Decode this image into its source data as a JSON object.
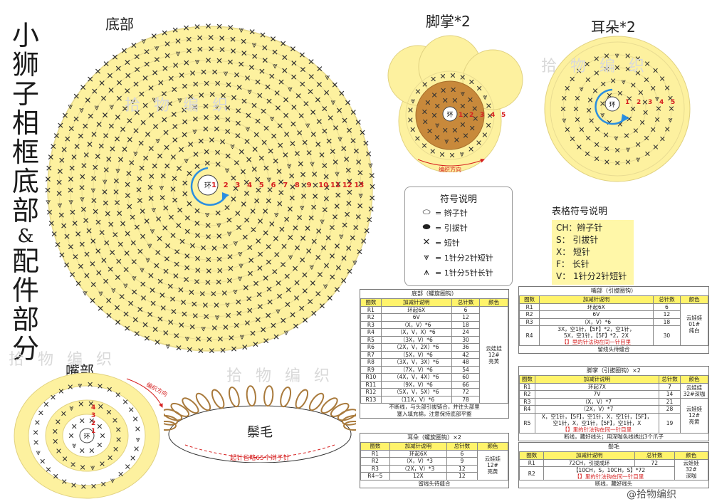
{
  "title_chars": [
    "小",
    "狮",
    "子",
    "相",
    "框",
    "底",
    "部",
    "&",
    "配",
    "件",
    "部",
    "分"
  ],
  "sections": {
    "base": "底部",
    "paw": "脚掌*2",
    "ear": "耳朵*2",
    "mouth": "嘴部",
    "mane": "鬃毛"
  },
  "base_round_numbers": [
    "1",
    "2",
    "3",
    "4",
    "5",
    "6",
    "7",
    "8",
    "9",
    "10",
    "11",
    "12",
    "13"
  ],
  "paw_round_numbers": [
    "1",
    "2",
    "3",
    "4",
    "5"
  ],
  "ear_round_numbers": [
    "1",
    "2",
    "3",
    "4",
    "5"
  ],
  "mouth_round_numbers": [
    "1",
    "2",
    "3",
    "4"
  ],
  "ring_label": "环",
  "paw_direction": "编织方向",
  "mouth_direction": "编织方向",
  "mane_note": "起针省略65个辫子针",
  "watermark": "拾 物 编 织",
  "legend": {
    "title": "符号说明",
    "items": [
      {
        "sym": "⬭",
        "text": "= 辫子针"
      },
      {
        "sym": "⬬",
        "text": "= 引拔针"
      },
      {
        "sym": "✕",
        "text": "= 短针"
      },
      {
        "sym": "⩔",
        "text": "= 1针分2针短针"
      },
      {
        "sym": "⩚",
        "text": "= 1针分5针长针"
      }
    ]
  },
  "table_legend": {
    "title": "表格符号说明",
    "items": [
      "CH：辫子针",
      "S：  引拔针",
      "X：  短针",
      "F：  长针",
      "V：  1针分2针短针"
    ]
  },
  "base_table": {
    "caption": "底部（螺旋圈钩）",
    "headers": [
      "圈数",
      "加减针说明",
      "总针数",
      "颜色"
    ],
    "rows": [
      [
        "R1",
        "环起6X",
        "6"
      ],
      [
        "R2",
        "6V",
        "12"
      ],
      [
        "R3",
        "（X，V）*6",
        "18"
      ],
      [
        "R4",
        "（X，V，X）*6",
        "24"
      ],
      [
        "R5",
        "（3X，V）*6",
        "30"
      ],
      [
        "R6",
        "（2X，V，2X）*6",
        "36"
      ],
      [
        "R7",
        "（5X，V）*6",
        "42"
      ],
      [
        "R8",
        "（3X，V，3X）*6",
        "48"
      ],
      [
        "R9",
        "（7X，V）*6",
        "54"
      ],
      [
        "R10",
        "（4X，V，4X）*6",
        "60"
      ],
      [
        "R11",
        "（9X，V）*6",
        "66"
      ],
      [
        "R12",
        "（5X，V，5X）*6",
        "72"
      ],
      [
        "R13",
        "（11X，V）*6",
        "78"
      ]
    ],
    "color": [
      "云娃娃",
      "12#",
      "亮黄"
    ],
    "footer": [
      "不断线，与头部引拔链合，并往头部里",
      "塞入填充棉，注意保持底部平整"
    ]
  },
  "ear_table": {
    "caption": "耳朵（螺旋圈钩）×2",
    "headers": [
      "圈数",
      "加减针说明",
      "总针数",
      "颜色"
    ],
    "rows": [
      [
        "R1",
        "环起6X",
        "6"
      ],
      [
        "R2",
        "（X，V）*3",
        "9"
      ],
      [
        "R3",
        "（2X，V）*3",
        "12"
      ],
      [
        "R4~5",
        "12X",
        "12"
      ]
    ],
    "color": [
      "云娃娃",
      "12#",
      "亮黄"
    ],
    "footer": [
      "留线头待缝合"
    ]
  },
  "mouth_table": {
    "caption": "嘴部（引拔圈钩）",
    "headers": [
      "圈数",
      "加减针说明",
      "总针数",
      "颜色"
    ],
    "rows": [
      [
        "R1",
        "环起6X",
        "6"
      ],
      [
        "R2",
        "6V",
        "12"
      ],
      [
        "R3",
        "（X，V）*6",
        "18"
      ]
    ],
    "r4": {
      "label": "R4",
      "text": [
        "3X，空1针，【5F】*2，空1针，",
        "5X，空1针，【5F】*2，2X"
      ],
      "note": "【】里的针法钩在同一针目里",
      "total": "30"
    },
    "color": [
      "云娃娃",
      "01#",
      "纯白"
    ],
    "footer": [
      "留线头待缝合"
    ]
  },
  "paw_table": {
    "caption": "脚掌（引拔圈钩）×2",
    "headers": [
      "圈数",
      "加减针说明",
      "总针数",
      "颜色"
    ],
    "rows": [
      [
        "R1",
        "环起7X",
        "7"
      ],
      [
        "R2",
        "7V",
        "14"
      ],
      [
        "R3",
        "（X，V）*7",
        "21"
      ],
      [
        "R4",
        "（2X，V）*7",
        "28"
      ]
    ],
    "r5": {
      "label": "R5",
      "text": [
        "X，空1针，【5F】，空1针，X，空1针，【5F】，",
        "空1针，X，空1针，【5F】，空1针，X"
      ],
      "note": "【】里的针法钩在同一针目里",
      "total": "19"
    },
    "color_top": [
      "云娃娃",
      "32#深咖"
    ],
    "color_bottom": [
      "云娃娃",
      "12#",
      "亮黄"
    ],
    "footer": [
      "断线，藏好线头；用深咖色线绣出3个爪子"
    ]
  },
  "mane_table": {
    "caption": "鬃毛",
    "headers": [
      "圈数",
      "加减针说明",
      "总针数",
      "颜色"
    ],
    "rows": [
      [
        "R1",
        "72CH，引拔成环",
        "72"
      ]
    ],
    "r2": {
      "label": "R2",
      "text": "【10CH，S，10CH，S】*72",
      "note": "【】里的针法钩在同一针目里"
    },
    "color": [
      "云娃娃",
      "32#",
      "深咖"
    ],
    "footer": [
      "断线，藏好线头"
    ]
  },
  "weibo": "@拾物编织",
  "colors": {
    "yellow": "#fdf19f",
    "brown": "#c8893b",
    "red": "#d62020",
    "blue": "#2a8ee0",
    "grid": "#e9dc92"
  }
}
